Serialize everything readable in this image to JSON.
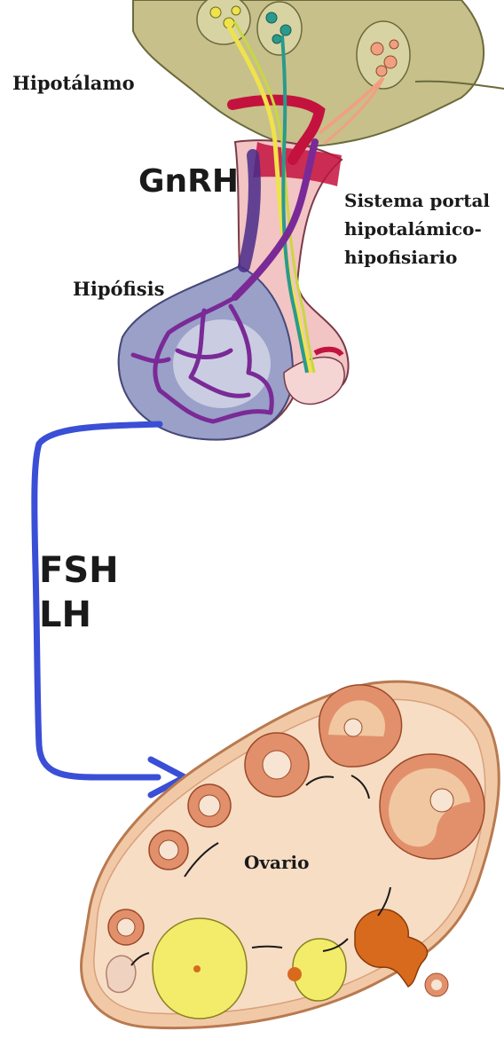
{
  "labels": {
    "hipotalamo": "Hipotálamo",
    "gnrh": "GnRH",
    "sistema_portal": [
      "Sistema portal",
      "hipotalámico-",
      "hipofisiario"
    ],
    "hipofisis": "Hipófisis",
    "hormones": [
      "FSH",
      "LH"
    ],
    "ovario": "Ovario"
  },
  "colors": {
    "hypothalamus": "#c7c08a",
    "portal_red": "#c4123e",
    "purple_vessel": "#7a2a96",
    "pituitary": "#9aa0c8",
    "hormone_arrow": "#3a4fd6",
    "ovary": "#f2c9a6",
    "follicle": "#e2906b",
    "corpus_luteum": "#f2ec6a",
    "ruptured_follicle": "#d86a1e"
  }
}
